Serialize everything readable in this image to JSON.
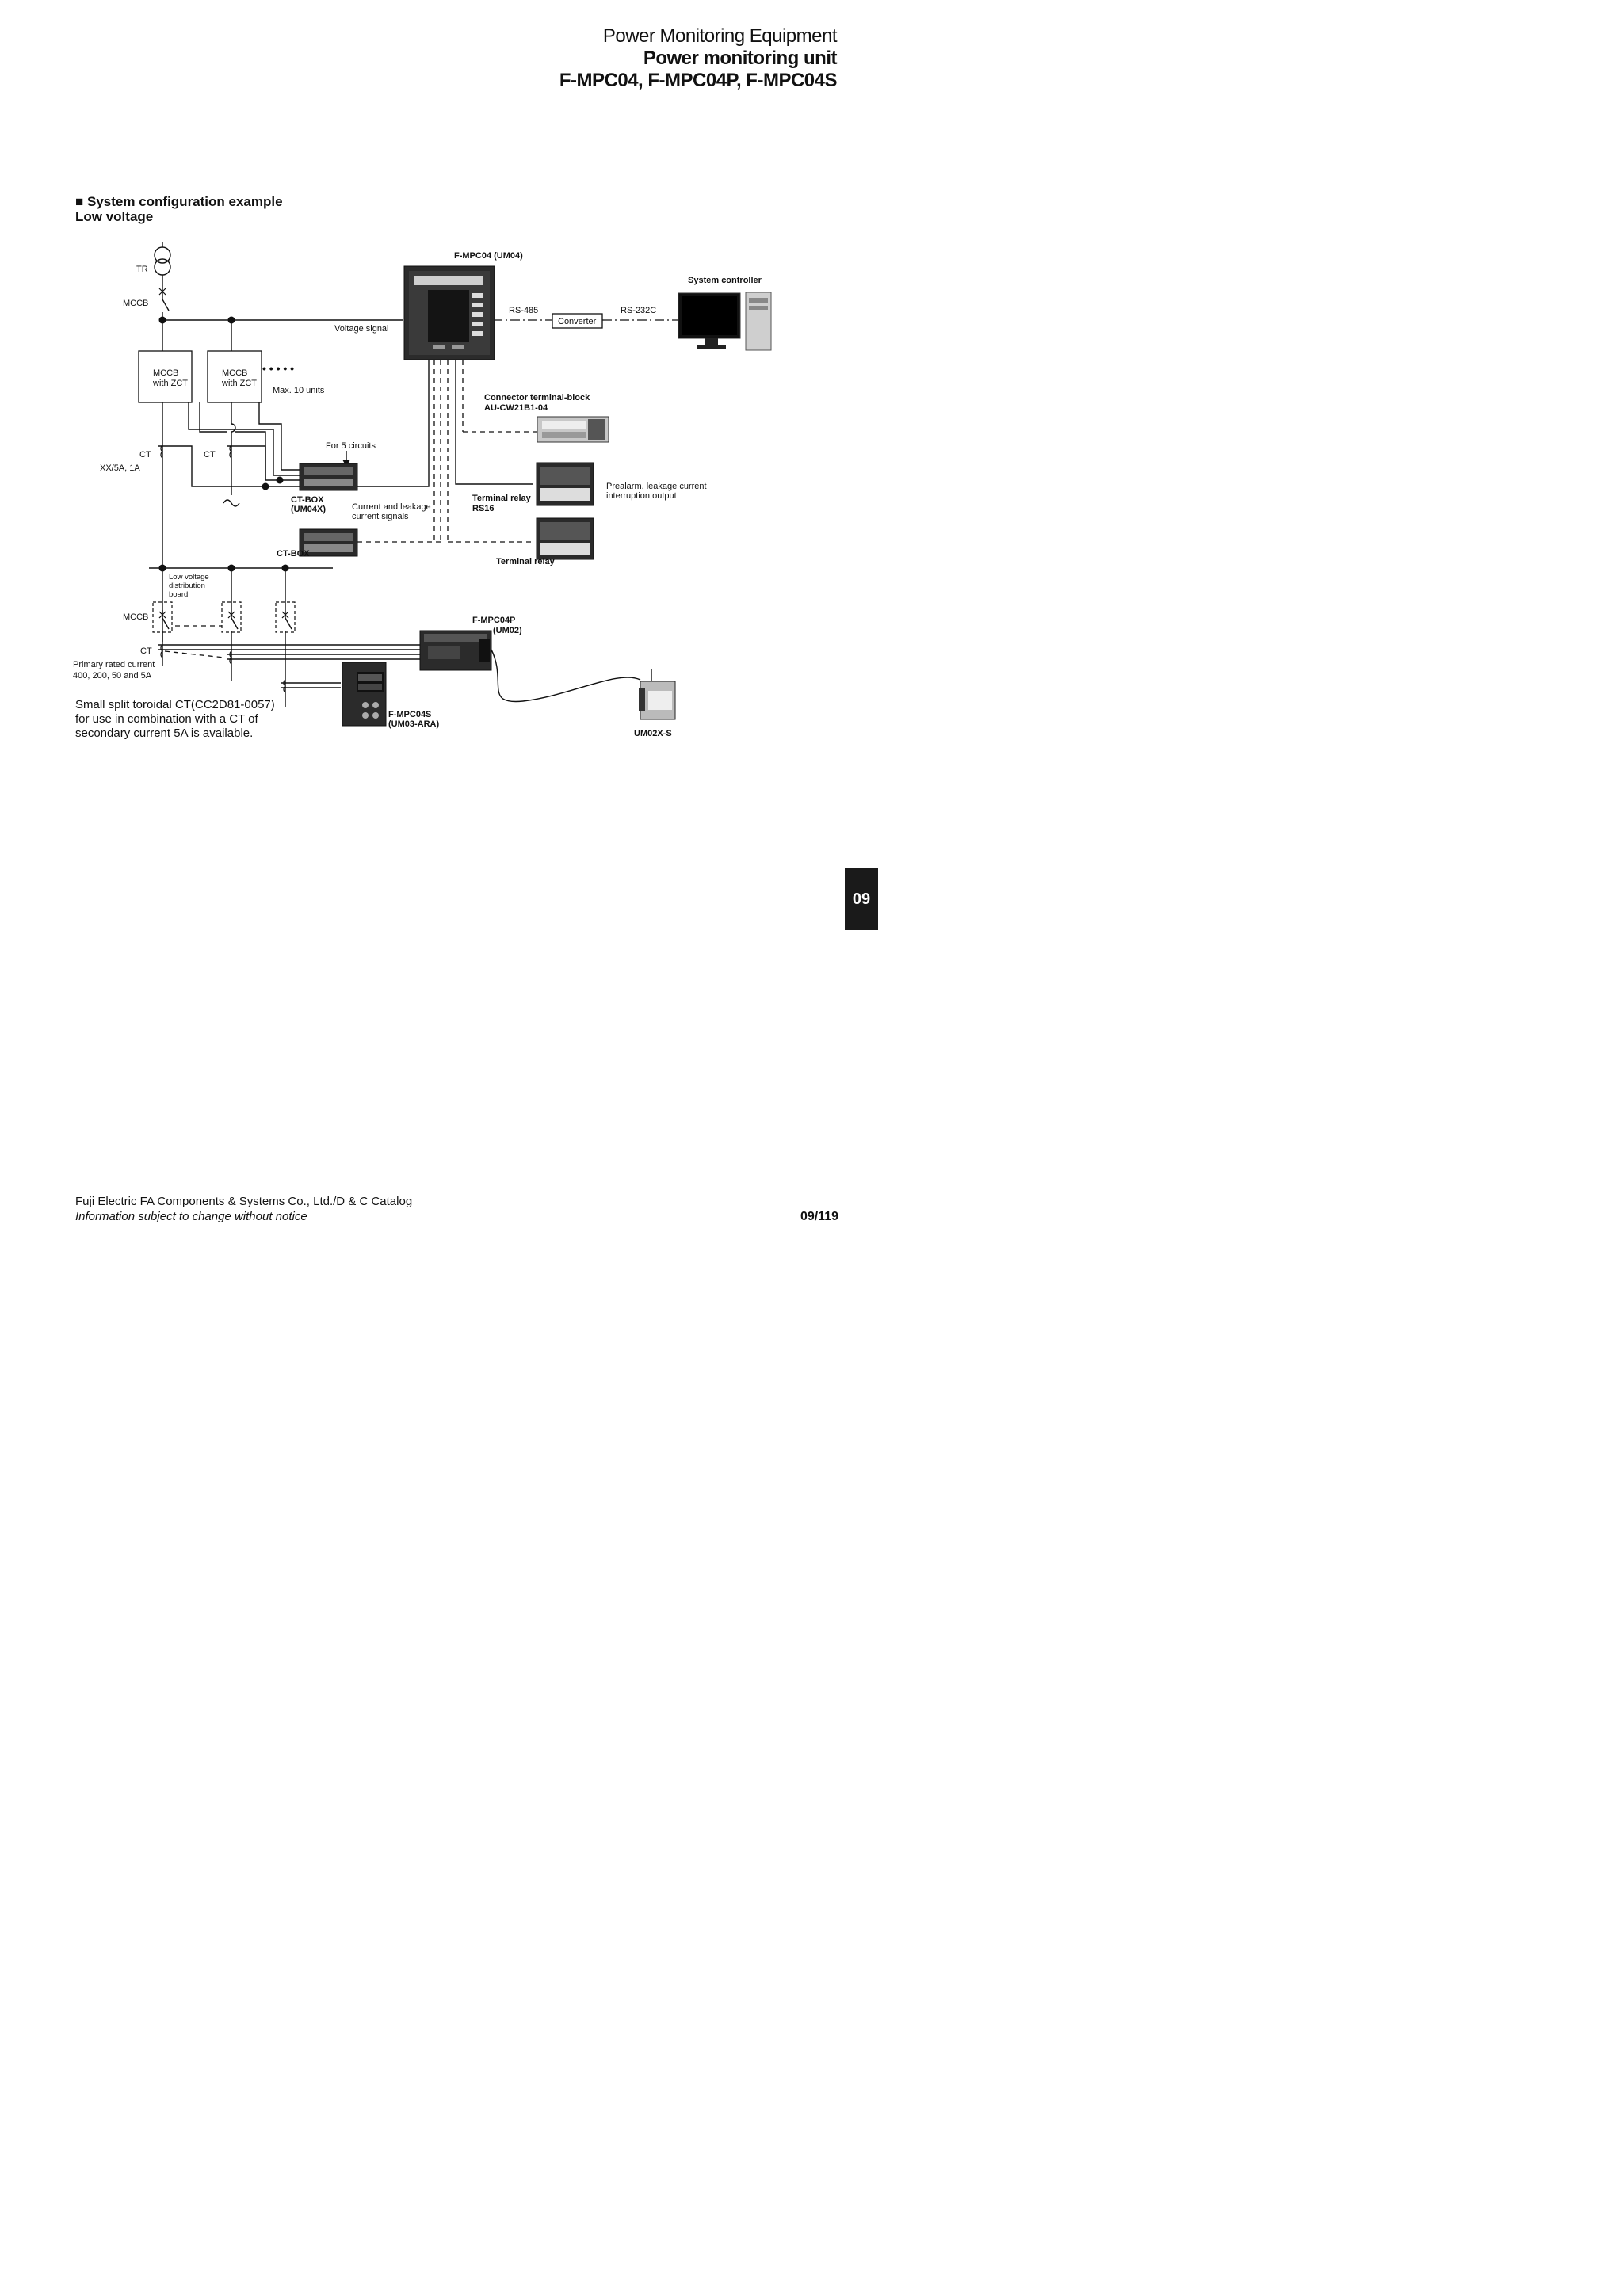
{
  "header": {
    "category": "Power Monitoring Equipment",
    "product": "Power monitoring unit",
    "models": "F-MPC04, F-MPC04P, F-MPC04S"
  },
  "section": {
    "title": "■ System configuration example",
    "subtitle": "Low voltage"
  },
  "diagram": {
    "tr": "TR",
    "mccb_top": "MCCB",
    "voltage_signal": "Voltage signal",
    "mccb_zct_1a": "MCCB",
    "mccb_zct_1b": "with ZCT",
    "mccb_zct_2a": "MCCB",
    "mccb_zct_2b": "with ZCT",
    "dots": "• • • • •",
    "max_units": "Max. 10 units",
    "ct_1": "CT",
    "ct_2": "CT",
    "ct_rating": "XX/5A, 1A",
    "for_5_circuits": "For 5 circuits",
    "ctbox_1a": "CT-BOX",
    "ctbox_1b": "(UM04X)",
    "current_leak_a": "Current and leakage",
    "current_leak_b": "current signals",
    "ctbox_2": "CT-BOX",
    "fmpc04": "F-MPC04 (UM04)",
    "rs485": "RS-485",
    "converter": "Converter",
    "rs232c": "RS-232C",
    "system_controller": "System controller",
    "connector_a": "Connector terminal-block",
    "connector_b": "AU-CW21B1-04",
    "terminal_relay_rs16_a": "Terminal relay",
    "terminal_relay_rs16_b": "RS16",
    "prealarm_a": "Prealarm, leakage current",
    "prealarm_b": "interruption output",
    "terminal_relay": "Terminal relay",
    "lv_board_a": "Low voltage",
    "lv_board_b": "distribution",
    "lv_board_c": "board",
    "mccb_low": "MCCB",
    "ct_low": "CT",
    "primary_a": "Primary rated current",
    "primary_b": "400, 200, 50 and 5A",
    "fmpc04p_a": "F-MPC04P",
    "fmpc04p_b": "(UM02)",
    "split_ct_a": "Small split toroidal CT(CC2D81-0057)",
    "split_ct_b": "for use in combination with a  CT of",
    "split_ct_c": "secondary current 5A is available.",
    "fmpc04s_a": "F-MPC04S",
    "fmpc04s_b": "(UM03-ARA)",
    "um02xs": "UM02X-S"
  },
  "chapter_tab": "09",
  "footer": {
    "company": "Fuji Electric FA Components & Systems Co., Ltd./D & C Catalog",
    "notice": "Information subject to change without notice",
    "page": "09/119"
  }
}
